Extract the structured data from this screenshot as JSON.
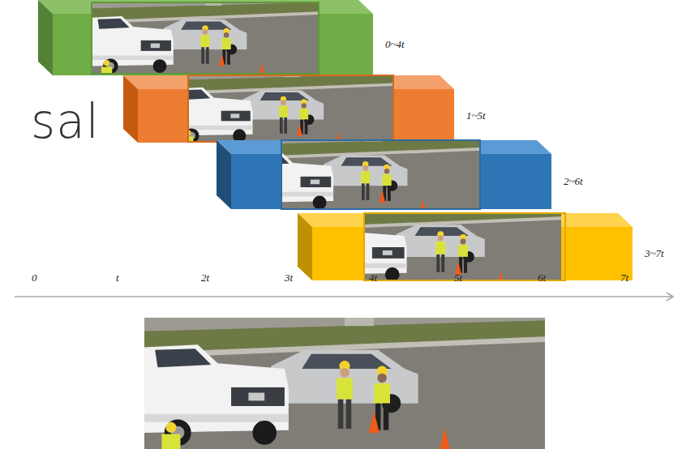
{
  "diagram": {
    "nodes": [
      {
        "text": [
          "0~4t"
        ]
      },
      {
        "text": [
          "1~5t"
        ]
      },
      {
        "text": [
          "2~6t"
        ]
      },
      {
        "text": [
          "3~7t"
        ]
      }
    ],
    "labels": [
      "sal",
      "0",
      "t",
      "2t",
      "3t",
      "4t",
      "5t",
      "6t",
      "7t"
    ]
  }
}
